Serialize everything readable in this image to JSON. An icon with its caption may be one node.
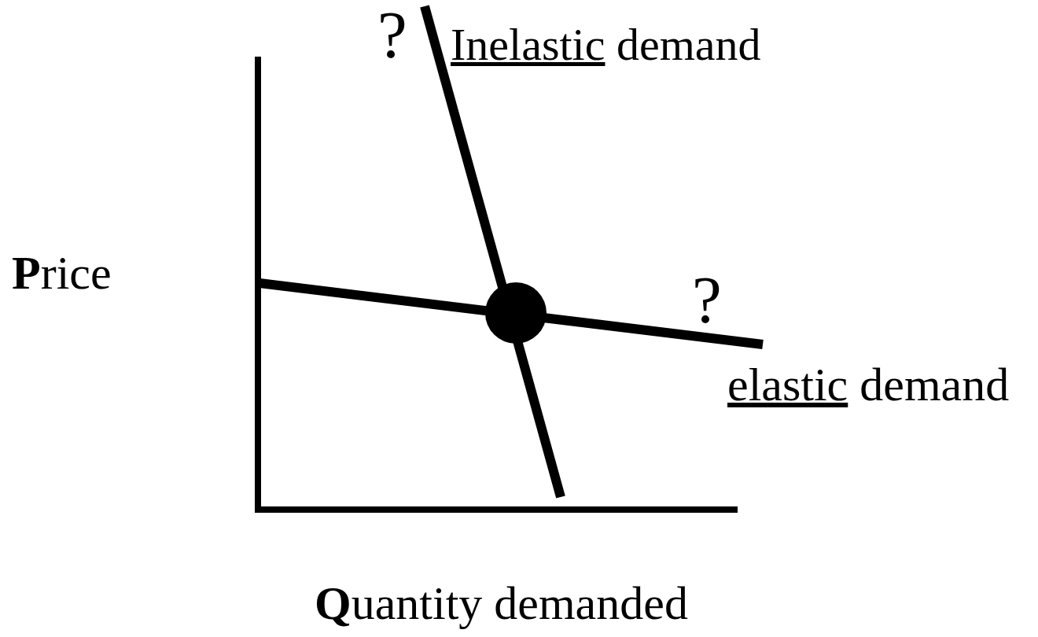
{
  "diagram": {
    "labels": [
      "?",
      "Inelastic demand",
      "**P**rice",
      "?",
      "elastic demand",
      "**Q**uantity demanded"
    ]
  }
}
